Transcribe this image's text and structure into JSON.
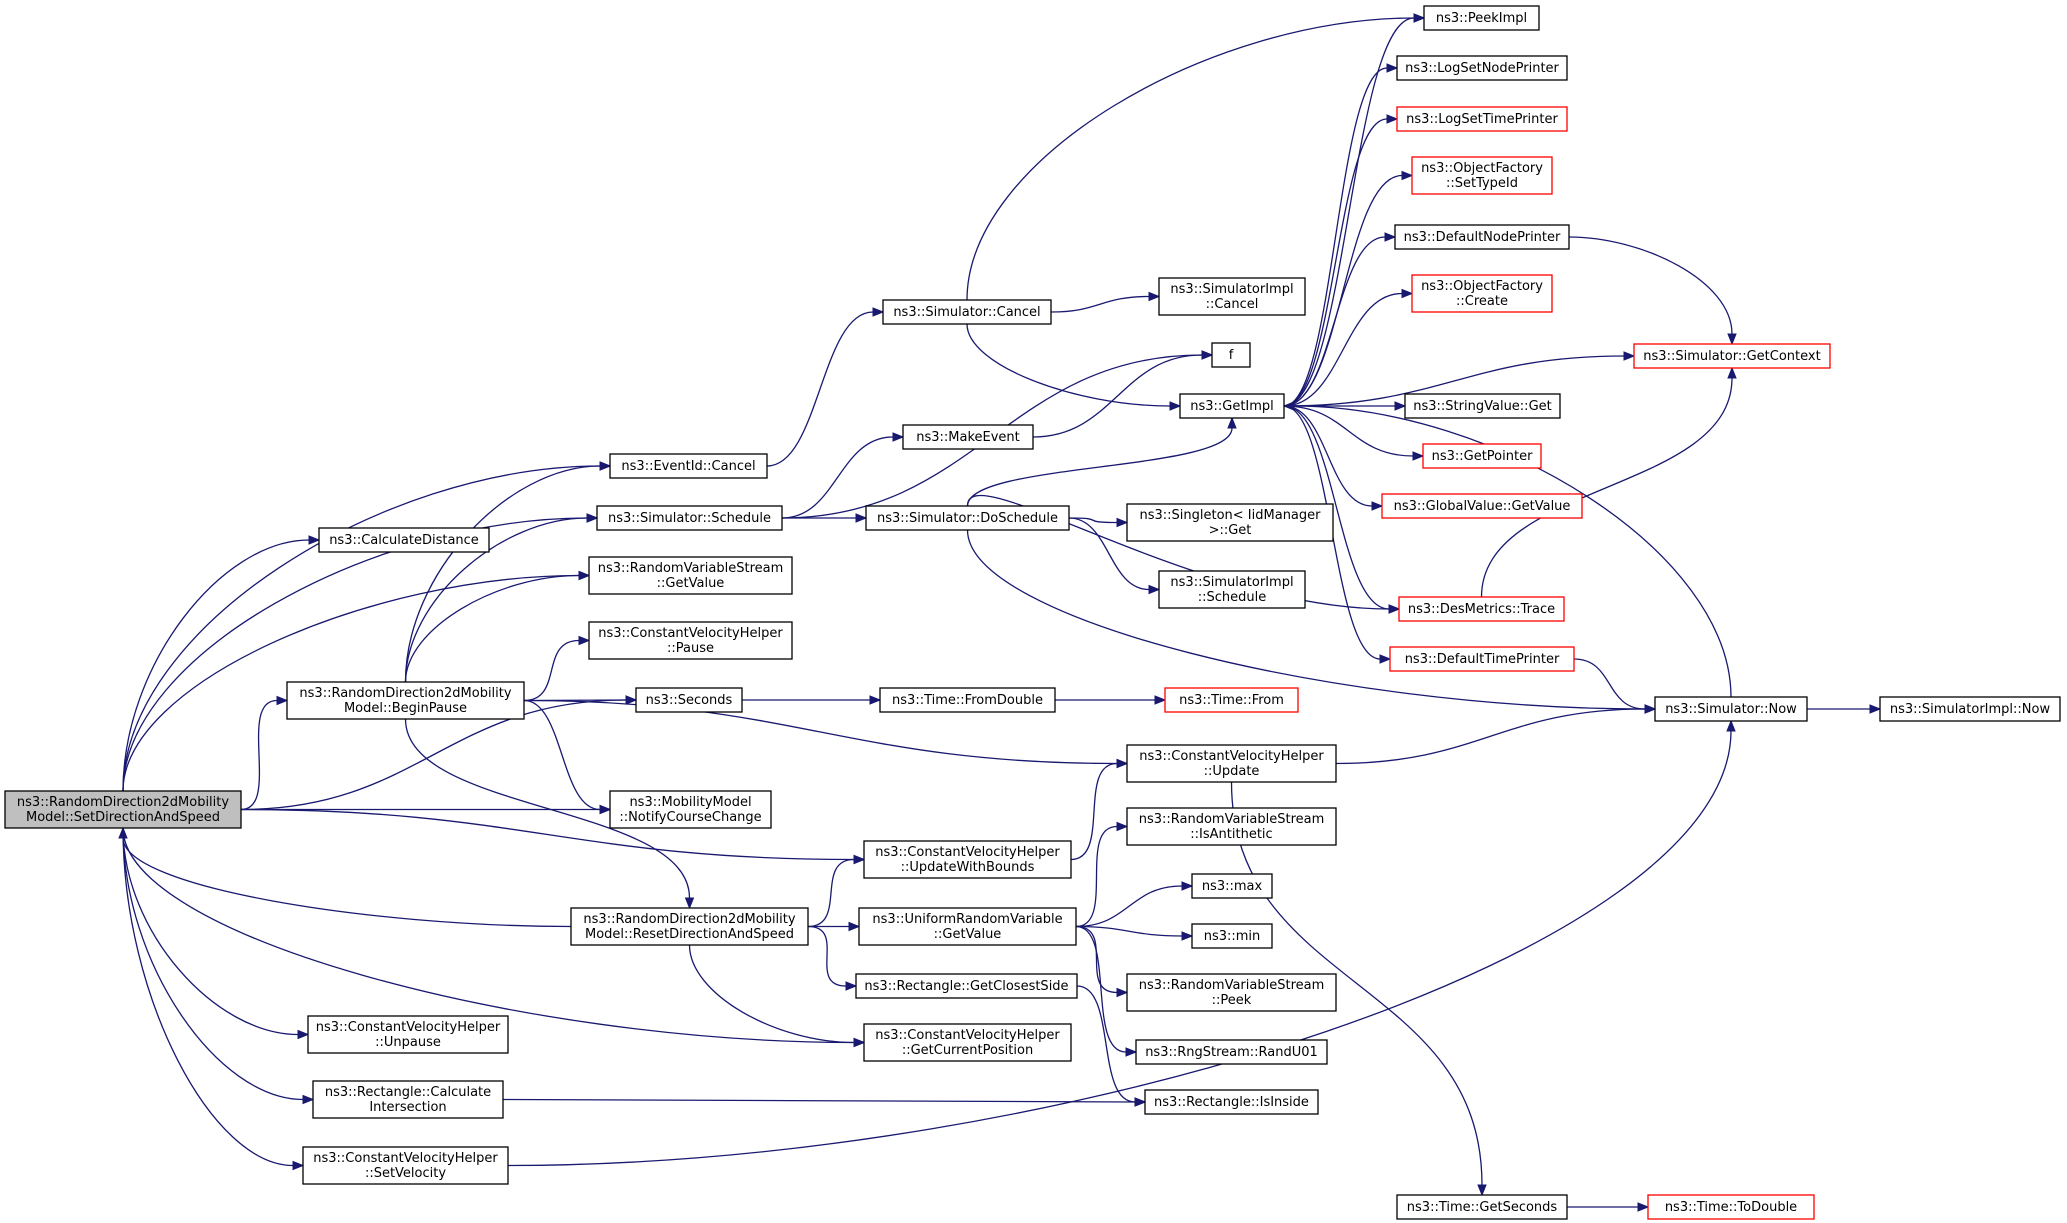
{
  "colors": {
    "edge": "#191970",
    "border_default": "#000000",
    "border_truncated": "#ff0000",
    "root_fill": "#bfbfbf",
    "node_fill": "#ffffff"
  },
  "nodes": [
    {
      "id": "root",
      "lines": [
        "ns3::RandomDirection2dMobility",
        "Model::SetDirectionAndSpeed"
      ],
      "style": "root"
    },
    {
      "id": "eventid_cancel",
      "lines": [
        "ns3::EventId::Cancel"
      ],
      "style": "normal"
    },
    {
      "id": "calc_distance",
      "lines": [
        "ns3::CalculateDistance"
      ],
      "style": "normal"
    },
    {
      "id": "sim_schedule",
      "lines": [
        "ns3::Simulator::Schedule"
      ],
      "style": "normal"
    },
    {
      "id": "rvs_getvalue",
      "lines": [
        "ns3::RandomVariableStream",
        "::GetValue"
      ],
      "style": "normal"
    },
    {
      "id": "cvh_pause",
      "lines": [
        "ns3::ConstantVelocityHelper",
        "::Pause"
      ],
      "style": "normal"
    },
    {
      "id": "begin_pause",
      "lines": [
        "ns3::RandomDirection2dMobility",
        "Model::BeginPause"
      ],
      "style": "normal"
    },
    {
      "id": "seconds",
      "lines": [
        "ns3::Seconds"
      ],
      "style": "normal"
    },
    {
      "id": "notify_course",
      "lines": [
        "ns3::MobilityModel",
        "::NotifyCourseChange"
      ],
      "style": "normal"
    },
    {
      "id": "reset_dir",
      "lines": [
        "ns3::RandomDirection2dMobility",
        "Model::ResetDirectionAndSpeed"
      ],
      "style": "normal"
    },
    {
      "id": "cvh_unpause",
      "lines": [
        "ns3::ConstantVelocityHelper",
        "::Unpause"
      ],
      "style": "normal"
    },
    {
      "id": "rect_calc",
      "lines": [
        "ns3::Rectangle::Calculate",
        "Intersection"
      ],
      "style": "normal"
    },
    {
      "id": "cvh_setvel",
      "lines": [
        "ns3::ConstantVelocityHelper",
        "::SetVelocity"
      ],
      "style": "normal"
    },
    {
      "id": "sim_cancel",
      "lines": [
        "ns3::Simulator::Cancel"
      ],
      "style": "normal"
    },
    {
      "id": "make_event",
      "lines": [
        "ns3::MakeEvent"
      ],
      "style": "normal"
    },
    {
      "id": "sim_doschedule",
      "lines": [
        "ns3::Simulator::DoSchedule"
      ],
      "style": "normal"
    },
    {
      "id": "time_fromdouble",
      "lines": [
        "ns3::Time::FromDouble"
      ],
      "style": "normal"
    },
    {
      "id": "cvh_updatebounds",
      "lines": [
        "ns3::ConstantVelocityHelper",
        "::UpdateWithBounds"
      ],
      "style": "normal"
    },
    {
      "id": "urv_getvalue",
      "lines": [
        "ns3::UniformRandomVariable",
        "::GetValue"
      ],
      "style": "normal"
    },
    {
      "id": "rect_closest",
      "lines": [
        "ns3::Rectangle::GetClosestSide"
      ],
      "style": "normal"
    },
    {
      "id": "cvh_getpos",
      "lines": [
        "ns3::ConstantVelocityHelper",
        "::GetCurrentPosition"
      ],
      "style": "normal"
    },
    {
      "id": "simimpl_cancel",
      "lines": [
        "ns3::SimulatorImpl",
        "::Cancel"
      ],
      "style": "normal"
    },
    {
      "id": "f",
      "lines": [
        "f"
      ],
      "style": "normal"
    },
    {
      "id": "getimpl",
      "lines": [
        "ns3::GetImpl"
      ],
      "style": "normal"
    },
    {
      "id": "singleton_get",
      "lines": [
        "ns3::Singleton< IidManager",
        " >::Get"
      ],
      "style": "normal"
    },
    {
      "id": "simimpl_schedule",
      "lines": [
        "ns3::SimulatorImpl",
        "::Schedule"
      ],
      "style": "normal"
    },
    {
      "id": "time_from",
      "lines": [
        "ns3::Time::From"
      ],
      "style": "truncated"
    },
    {
      "id": "cvh_update",
      "lines": [
        "ns3::ConstantVelocityHelper",
        "::Update"
      ],
      "style": "normal"
    },
    {
      "id": "rvs_isanti",
      "lines": [
        "ns3::RandomVariableStream",
        "::IsAntithetic"
      ],
      "style": "normal"
    },
    {
      "id": "max",
      "lines": [
        "ns3::max"
      ],
      "style": "normal"
    },
    {
      "id": "min",
      "lines": [
        "ns3::min"
      ],
      "style": "normal"
    },
    {
      "id": "rvs_peek",
      "lines": [
        "ns3::RandomVariableStream",
        "::Peek"
      ],
      "style": "normal"
    },
    {
      "id": "rng_randu01",
      "lines": [
        "ns3::RngStream::RandU01"
      ],
      "style": "normal"
    },
    {
      "id": "rect_isinside",
      "lines": [
        "ns3::Rectangle::IsInside"
      ],
      "style": "normal"
    },
    {
      "id": "time_getseconds",
      "lines": [
        "ns3::Time::GetSeconds"
      ],
      "style": "normal"
    },
    {
      "id": "peekimpl",
      "lines": [
        "ns3::PeekImpl"
      ],
      "style": "normal"
    },
    {
      "id": "log_nodeprinter",
      "lines": [
        "ns3::LogSetNodePrinter"
      ],
      "style": "normal"
    },
    {
      "id": "log_timeprinter",
      "lines": [
        "ns3::LogSetTimePrinter"
      ],
      "style": "truncated"
    },
    {
      "id": "of_settypeid",
      "lines": [
        "ns3::ObjectFactory",
        "::SetTypeId"
      ],
      "style": "truncated"
    },
    {
      "id": "default_nodeprinter",
      "lines": [
        "ns3::DefaultNodePrinter"
      ],
      "style": "normal"
    },
    {
      "id": "of_create",
      "lines": [
        "ns3::ObjectFactory",
        "::Create"
      ],
      "style": "truncated"
    },
    {
      "id": "stringvalue_get",
      "lines": [
        "ns3::StringValue::Get"
      ],
      "style": "normal"
    },
    {
      "id": "getpointer",
      "lines": [
        "ns3::GetPointer"
      ],
      "style": "truncated"
    },
    {
      "id": "globalvalue_get",
      "lines": [
        "ns3::GlobalValue::GetValue"
      ],
      "style": "truncated"
    },
    {
      "id": "desmetrics_trace",
      "lines": [
        "ns3::DesMetrics::Trace"
      ],
      "style": "truncated"
    },
    {
      "id": "default_timeprinter",
      "lines": [
        "ns3::DefaultTimePrinter"
      ],
      "style": "truncated"
    },
    {
      "id": "sim_getcontext",
      "lines": [
        "ns3::Simulator::GetContext"
      ],
      "style": "truncated"
    },
    {
      "id": "sim_now",
      "lines": [
        "ns3::Simulator::Now"
      ],
      "style": "normal"
    },
    {
      "id": "time_todouble",
      "lines": [
        "ns3::Time::ToDouble"
      ],
      "style": "truncated"
    },
    {
      "id": "simimpl_now",
      "lines": [
        "ns3::SimulatorImpl::Now"
      ],
      "style": "normal"
    }
  ],
  "edges": [
    [
      "root",
      "eventid_cancel"
    ],
    [
      "root",
      "calc_distance"
    ],
    [
      "root",
      "sim_schedule"
    ],
    [
      "root",
      "rvs_getvalue"
    ],
    [
      "root",
      "begin_pause"
    ],
    [
      "root",
      "seconds"
    ],
    [
      "root",
      "notify_course"
    ],
    [
      "root",
      "cvh_updatebounds"
    ],
    [
      "root",
      "cvh_getpos"
    ],
    [
      "root",
      "cvh_unpause"
    ],
    [
      "root",
      "rect_calc"
    ],
    [
      "root",
      "cvh_setvel"
    ],
    [
      "begin_pause",
      "eventid_cancel"
    ],
    [
      "begin_pause",
      "sim_schedule"
    ],
    [
      "begin_pause",
      "rvs_getvalue"
    ],
    [
      "begin_pause",
      "cvh_pause"
    ],
    [
      "begin_pause",
      "seconds"
    ],
    [
      "begin_pause",
      "notify_course"
    ],
    [
      "begin_pause",
      "cvh_update"
    ],
    [
      "begin_pause",
      "reset_dir"
    ],
    [
      "reset_dir",
      "root"
    ],
    [
      "reset_dir",
      "cvh_updatebounds"
    ],
    [
      "reset_dir",
      "urv_getvalue"
    ],
    [
      "reset_dir",
      "rect_closest"
    ],
    [
      "reset_dir",
      "cvh_getpos"
    ],
    [
      "eventid_cancel",
      "sim_cancel"
    ],
    [
      "sim_schedule",
      "make_event"
    ],
    [
      "sim_schedule",
      "sim_doschedule"
    ],
    [
      "sim_schedule",
      "f"
    ],
    [
      "seconds",
      "time_fromdouble"
    ],
    [
      "time_fromdouble",
      "time_from"
    ],
    [
      "sim_cancel",
      "simimpl_cancel"
    ],
    [
      "sim_cancel",
      "getimpl"
    ],
    [
      "sim_cancel",
      "peekimpl"
    ],
    [
      "make_event",
      "f"
    ],
    [
      "sim_doschedule",
      "getimpl"
    ],
    [
      "sim_doschedule",
      "singleton_get"
    ],
    [
      "sim_doschedule",
      "simimpl_schedule"
    ],
    [
      "sim_doschedule",
      "desmetrics_trace"
    ],
    [
      "sim_doschedule",
      "sim_now"
    ],
    [
      "cvh_updatebounds",
      "cvh_update"
    ],
    [
      "urv_getvalue",
      "rvs_isanti"
    ],
    [
      "urv_getvalue",
      "max"
    ],
    [
      "urv_getvalue",
      "min"
    ],
    [
      "urv_getvalue",
      "rvs_peek"
    ],
    [
      "urv_getvalue",
      "rng_randu01"
    ],
    [
      "rect_closest",
      "rect_isinside"
    ],
    [
      "rect_calc",
      "rect_isinside"
    ],
    [
      "cvh_setvel",
      "sim_now"
    ],
    [
      "cvh_update",
      "sim_now"
    ],
    [
      "cvh_update",
      "time_getseconds"
    ],
    [
      "time_getseconds",
      "time_todouble"
    ],
    [
      "getimpl",
      "peekimpl"
    ],
    [
      "getimpl",
      "log_nodeprinter"
    ],
    [
      "getimpl",
      "log_timeprinter"
    ],
    [
      "getimpl",
      "of_settypeid"
    ],
    [
      "getimpl",
      "default_nodeprinter"
    ],
    [
      "getimpl",
      "of_create"
    ],
    [
      "getimpl",
      "stringvalue_get"
    ],
    [
      "getimpl",
      "getpointer"
    ],
    [
      "getimpl",
      "globalvalue_get"
    ],
    [
      "getimpl",
      "sim_getcontext"
    ],
    [
      "getimpl",
      "desmetrics_trace"
    ],
    [
      "getimpl",
      "default_timeprinter"
    ],
    [
      "default_nodeprinter",
      "sim_getcontext"
    ],
    [
      "desmetrics_trace",
      "sim_getcontext"
    ],
    [
      "default_timeprinter",
      "sim_now"
    ],
    [
      "sim_now",
      "getimpl"
    ],
    [
      "sim_now",
      "simimpl_now"
    ]
  ]
}
